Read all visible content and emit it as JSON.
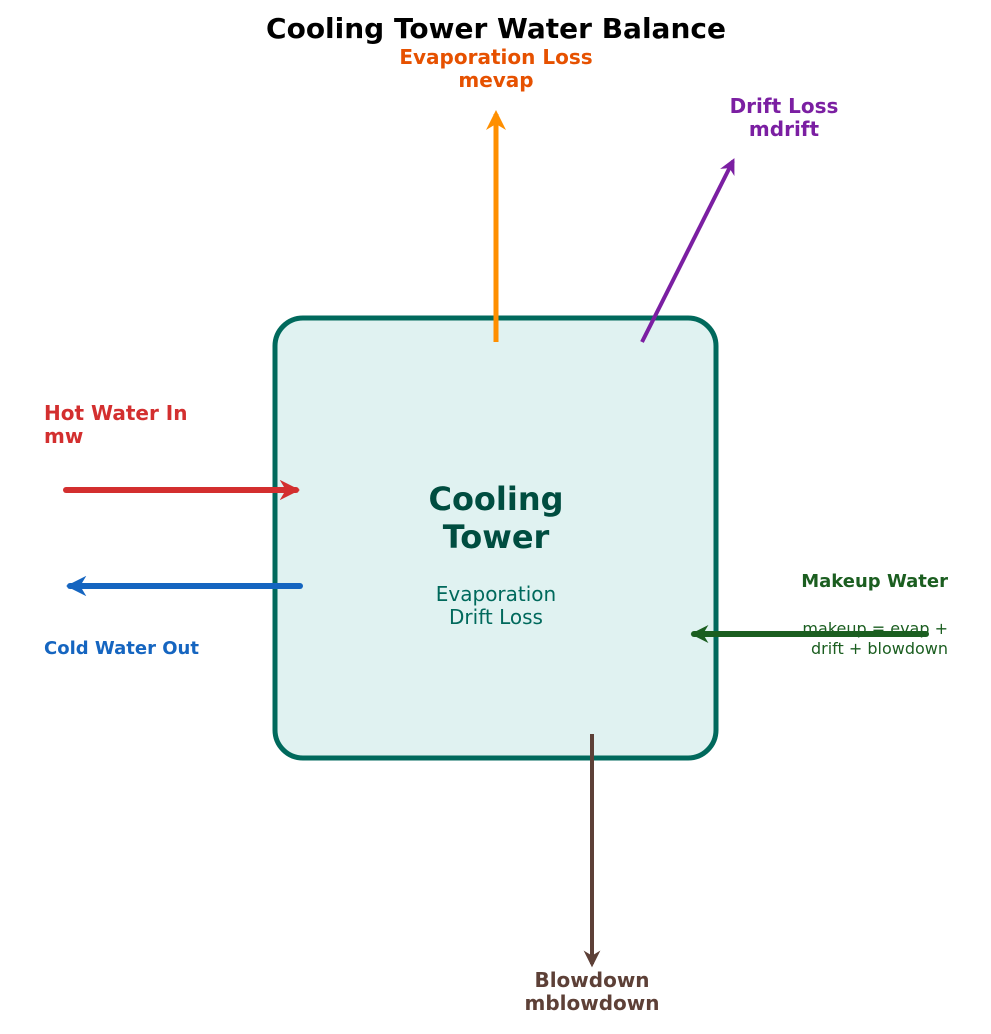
{
  "title": "Cooling Tower Water Balance",
  "tower": {
    "title_line1": "Cooling",
    "title_line2": "Tower",
    "sub_line1": "Evaporation",
    "sub_line2": "Drift Loss"
  },
  "streams": {
    "evaporation": {
      "line1": "Evaporation Loss",
      "line2": "mevap"
    },
    "drift": {
      "line1": "Drift Loss",
      "line2": "mdrift"
    },
    "hot_in": {
      "line1": "Hot Water In",
      "line2": "mw"
    },
    "cold_out": {
      "line1": "Cold Water Out"
    },
    "makeup": {
      "line1": "Makeup Water",
      "formula_line1": "makeup = evap +",
      "formula_line2": "drift + blowdown"
    },
    "blowdown": {
      "line1": "Blowdown",
      "line2": "mblowdown"
    }
  },
  "colors": {
    "tower_fill": "#e0f2f1",
    "tower_stroke": "#00695c",
    "tower_title": "#004d40",
    "tower_sub": "#00695c",
    "evaporation_arrow": "#ff8f00",
    "evaporation_text": "#e65100",
    "drift": "#7b1fa2",
    "hot_in": "#d32f2f",
    "cold_out": "#1565c0",
    "makeup": "#1b5e20",
    "blowdown": "#5d4037"
  }
}
